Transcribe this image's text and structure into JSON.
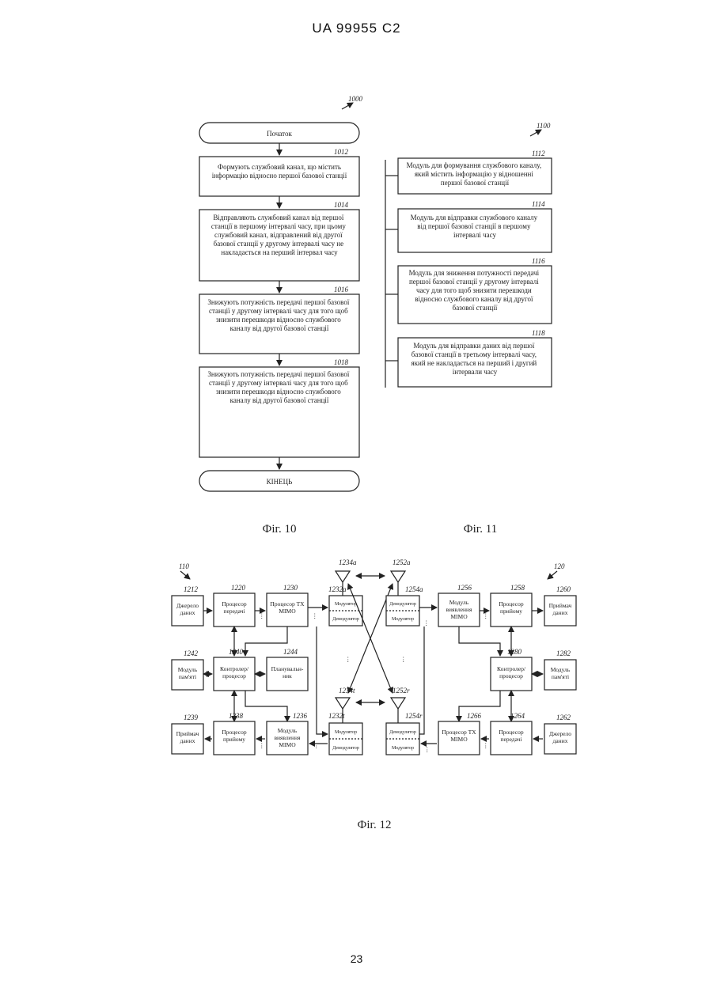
{
  "header": "UA   99955   C2",
  "page_number": "23",
  "fig10": {
    "ref": "1000",
    "start": "Початок",
    "end": "КІНЕЦЬ",
    "caption": "Фіг. 10",
    "steps": [
      {
        "ref": "1012",
        "lines": [
          "Формують службовий канал, що містить",
          "інформацію відносно першої базової станції"
        ]
      },
      {
        "ref": "1014",
        "lines": [
          "Відправляють службовий канал від першої",
          "станції в першому інтервалі часу, при цьому",
          "службовий канал, відправлений від другої",
          "базової станції у другому інтервалі часу не",
          "накладається на перший інтервал часу"
        ]
      },
      {
        "ref": "1016",
        "lines": [
          "Знижують потужність передачі першої базової",
          "станції у другому інтервалі часу для того щоб",
          "знизити перешкоди відносно службового",
          "каналу від другої базової станції"
        ]
      },
      {
        "ref": "1018",
        "lines": [
          "Знижують потужність передачі першої базової",
          "станції у другому інтервалі часу для того щоб",
          "знизити перешкоди відносно службового",
          "каналу від другої базової станції"
        ]
      }
    ]
  },
  "fig11": {
    "ref": "1100",
    "caption": "Фіг. 11",
    "modules": [
      {
        "ref": "1112",
        "lines": [
          "Модуль для формування службового каналу,",
          "який містить інформацію у відношенні",
          "першої базової станції"
        ]
      },
      {
        "ref": "1114",
        "lines": [
          "Модуль для відправки службового каналу",
          "від першої базової станції в першому",
          "інтервалі часу"
        ]
      },
      {
        "ref": "1116",
        "lines": [
          "Модуль для зниження потужності передачі",
          "першої базової станції у другому інтервалі",
          "часу для того щоб знизити перешкоди",
          "відносно службового каналу від другої",
          "базової станції"
        ]
      },
      {
        "ref": "1118",
        "lines": [
          "Модуль для відправки даних від першої",
          "базової станції в третьому інтервалі часу,",
          "який не накладається на перший і другий",
          "інтервали часу"
        ]
      }
    ]
  },
  "fig12": {
    "caption": "Фіг. 12",
    "ref_left": "110",
    "ref_right": "120",
    "left": [
      {
        "id": "1212",
        "lines": [
          "Джерело",
          "даних"
        ]
      },
      {
        "id": "1220",
        "lines": [
          "Процесор",
          "передачі"
        ]
      },
      {
        "id": "1230",
        "lines": [
          "Процесор ТХ",
          "MIMO"
        ]
      },
      {
        "id": "1242",
        "lines": [
          "Модуль",
          "пам'яті"
        ]
      },
      {
        "id": "1240",
        "lines": [
          "Контролер/",
          "процесор"
        ]
      },
      {
        "id": "1244",
        "lines": [
          "Планувальн-",
          "ник"
        ]
      },
      {
        "id": "1239",
        "lines": [
          "Приймач",
          "даних"
        ]
      },
      {
        "id": "1238",
        "lines": [
          "Процесор",
          "прийому"
        ]
      },
      {
        "id": "1236",
        "lines": [
          "Модуль",
          "виявлення",
          "MIMO"
        ]
      }
    ],
    "right": [
      {
        "id": "1256",
        "lines": [
          "Модуль",
          "виявлення",
          "MIMO"
        ]
      },
      {
        "id": "1258",
        "lines": [
          "Процесор",
          "прийому"
        ]
      },
      {
        "id": "1260",
        "lines": [
          "Приймач",
          "даних"
        ]
      },
      {
        "id": "1280",
        "lines": [
          "Контролер/",
          "процесор"
        ]
      },
      {
        "id": "1282",
        "lines": [
          "Модуль",
          "пам'яті"
        ]
      },
      {
        "id": "1266",
        "lines": [
          "Процесор ТХ",
          "MIMO"
        ]
      },
      {
        "id": "1264",
        "lines": [
          "Процесор",
          "передачі"
        ]
      },
      {
        "id": "1262",
        "lines": [
          "Джерело",
          "даних"
        ]
      }
    ],
    "modems": {
      "mod": "Модулятор",
      "demod": "Демодулятор",
      "top_left_ref": "1232a",
      "bottom_left_ref": "1232t",
      "top_right_ref": "1254a",
      "bottom_right_ref": "1254r",
      "ant_tl": "1234a",
      "ant_bl": "1234t",
      "ant_tr": "1252a",
      "ant_br": "1252r"
    }
  }
}
